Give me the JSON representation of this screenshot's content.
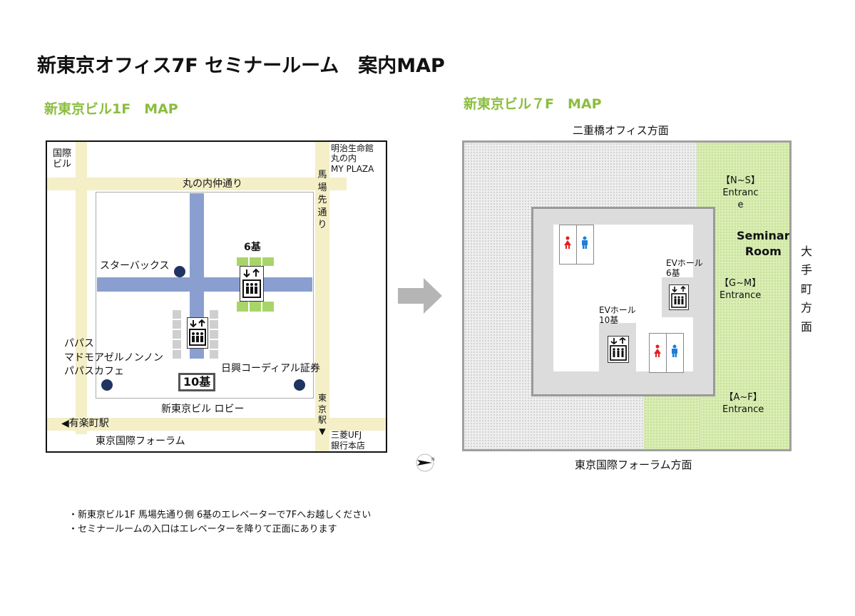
{
  "title": "新東京オフィス7F セミナールーム　案内MAP",
  "map_1f": {
    "heading": "新東京ビル1F　MAP",
    "labels": {
      "kokusai_bldg": "国際ビル",
      "meiji": [
        "明治生命館",
        "丸の内",
        "MY PLAZA"
      ],
      "marunouchi_naka": "丸の内仲通り",
      "babasaki": [
        "馬",
        "場",
        "先",
        "通",
        "り"
      ],
      "starbucks": "スターバックス",
      "six_units": "6基",
      "papas": [
        "パパス",
        "マドモアゼルノンノン",
        "パパスカフェ"
      ],
      "nikko": "日興コーディアル証券",
      "ten_units": "10基",
      "lobby": "新東京ビル ロビー",
      "yurakucho": "◀有楽町駅",
      "tokyo_forum": "東京国際フォーラム",
      "tokyo_station": [
        "東",
        "京",
        "駅",
        "▼"
      ],
      "mufg": [
        "三菱UFJ",
        "銀行本店"
      ]
    }
  },
  "map_7f": {
    "heading": "新東京ビル７F　MAP",
    "top_direction": "二重橋オフィス方面",
    "bottom_direction": "東京国際フォーラム方面",
    "right_direction": [
      "大",
      "手",
      "町",
      "方",
      "面"
    ],
    "room_name": [
      "Seminar",
      "Room"
    ],
    "entrances": {
      "ns": [
        "【N~S】",
        "Entranc",
        "e"
      ],
      "gm": [
        "【G~M】",
        "Entrance"
      ],
      "af": [
        "【A~F】",
        "Entrance"
      ]
    },
    "ev_hall_6": [
      "EVホール",
      "6基"
    ],
    "ev_hall_10": [
      "EVホール",
      "10基"
    ]
  },
  "notes": [
    "・新東京ビル1F 馬場先通り側 6基のエレベーターで7Fへお越しください",
    "・セミナールームの入口はエレベーターを降りて正面にあります"
  ],
  "colors": {
    "heading_green": "#8bbd3f",
    "street": "#f4efc6",
    "corridor": "#8a9fcf",
    "seminar_green": "#d9edb4",
    "restroom_male": "#1f7fd6",
    "restroom_female": "#e02020"
  },
  "icons": [
    "elevator-icon",
    "arrow-right-icon",
    "compass-icon",
    "restroom-male-icon",
    "restroom-female-icon",
    "cafe-dot-icon"
  ]
}
